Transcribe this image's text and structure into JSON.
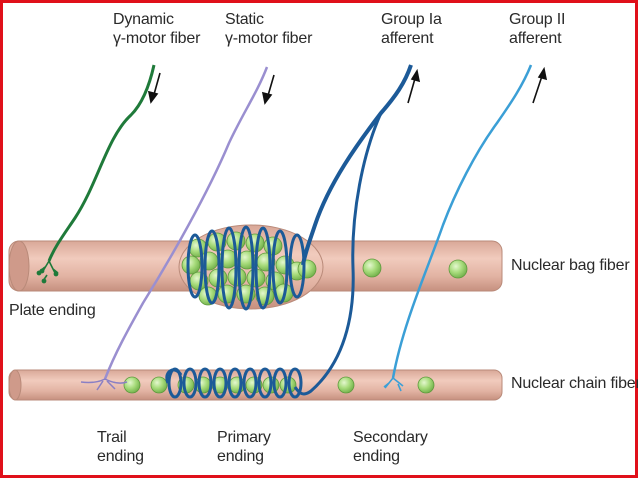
{
  "labels": {
    "dynamic_fiber": [
      "Dynamic",
      "γ-motor fiber"
    ],
    "static_fiber": [
      "Static",
      "γ-motor fiber"
    ],
    "group_ia": [
      "Group Ia",
      "afferent"
    ],
    "group_ii": [
      "Group II",
      "afferent"
    ],
    "nuclear_bag": "Nuclear bag fiber",
    "nuclear_chain": "Nuclear chain fiber",
    "plate_ending": "Plate ending",
    "trail_ending": [
      "Trail",
      "ending"
    ],
    "primary_ending": [
      "Primary",
      "ending"
    ],
    "secondary_ending": [
      "Secondary",
      "ending"
    ]
  },
  "colors": {
    "frame": "#e0101a",
    "muscle_fiber": "#e6b8a6",
    "muscle_edge": "#b98a79",
    "nucleus": "#9ed86e",
    "dynamic_fiber": "#1f7a3a",
    "static_fiber": "#9a8fd0",
    "group_ia": "#1c5a98",
    "group_ii": "#3b9fd6"
  }
}
